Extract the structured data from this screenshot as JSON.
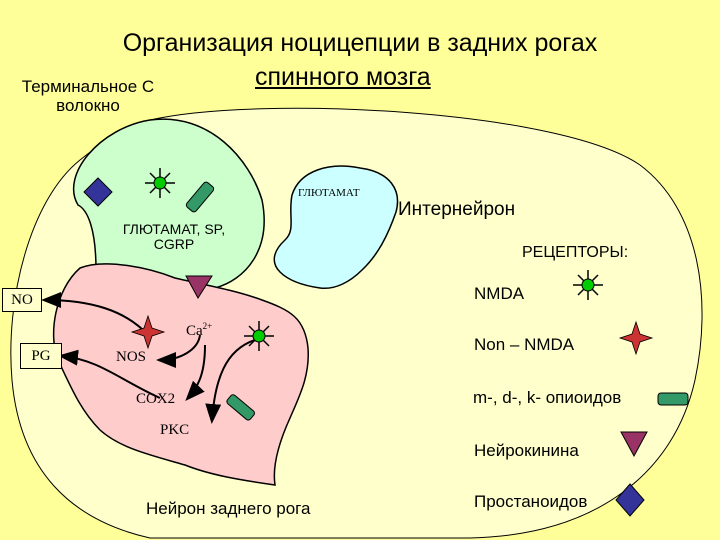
{
  "title": {
    "line1": "Организация ноцицепции в задних рогах",
    "line2": "спинного мозга"
  },
  "labels": {
    "terminal_c_fiber": "Терминальное С волокно",
    "glutamate_small": "ГЛЮТАМАТ",
    "interneuron": "Интернейрон",
    "glutamate_sp_cgrp": "ГЛЮТАМАТ, SP, CGRP",
    "no": "NO",
    "pg": "PG",
    "ca": "Ca",
    "ca_charge": "2+",
    "nos": "NOS",
    "cox2": "COX2",
    "pkc": "PKC",
    "dorsal_horn_neuron": "Нейрон заднего рога"
  },
  "legend": {
    "heading": "РЕЦЕПТОРЫ:",
    "items": [
      {
        "label": "NMDA",
        "icon": "nmda-receptor-icon",
        "color": "#009900"
      },
      {
        "label": "Non – NMDA",
        "icon": "non-nmda-receptor-icon",
        "color": "#cc3333"
      },
      {
        "label": "m-, d-, k- опиоидов",
        "icon": "opioid-receptor-icon",
        "color": "#339966"
      },
      {
        "label": "Нейрокинина",
        "icon": "neurokinin-receptor-icon",
        "color": "#993366"
      },
      {
        "label": "Простаноидов",
        "icon": "prostanoid-receptor-icon",
        "color": "#333399"
      }
    ]
  },
  "colors": {
    "background": "#ffff99",
    "spinal_cord": "#ffffcc",
    "terminal_fiber": "#ccffcc",
    "interneuron": "#ccffff",
    "dorsal_neuron": "#ffcccc"
  }
}
